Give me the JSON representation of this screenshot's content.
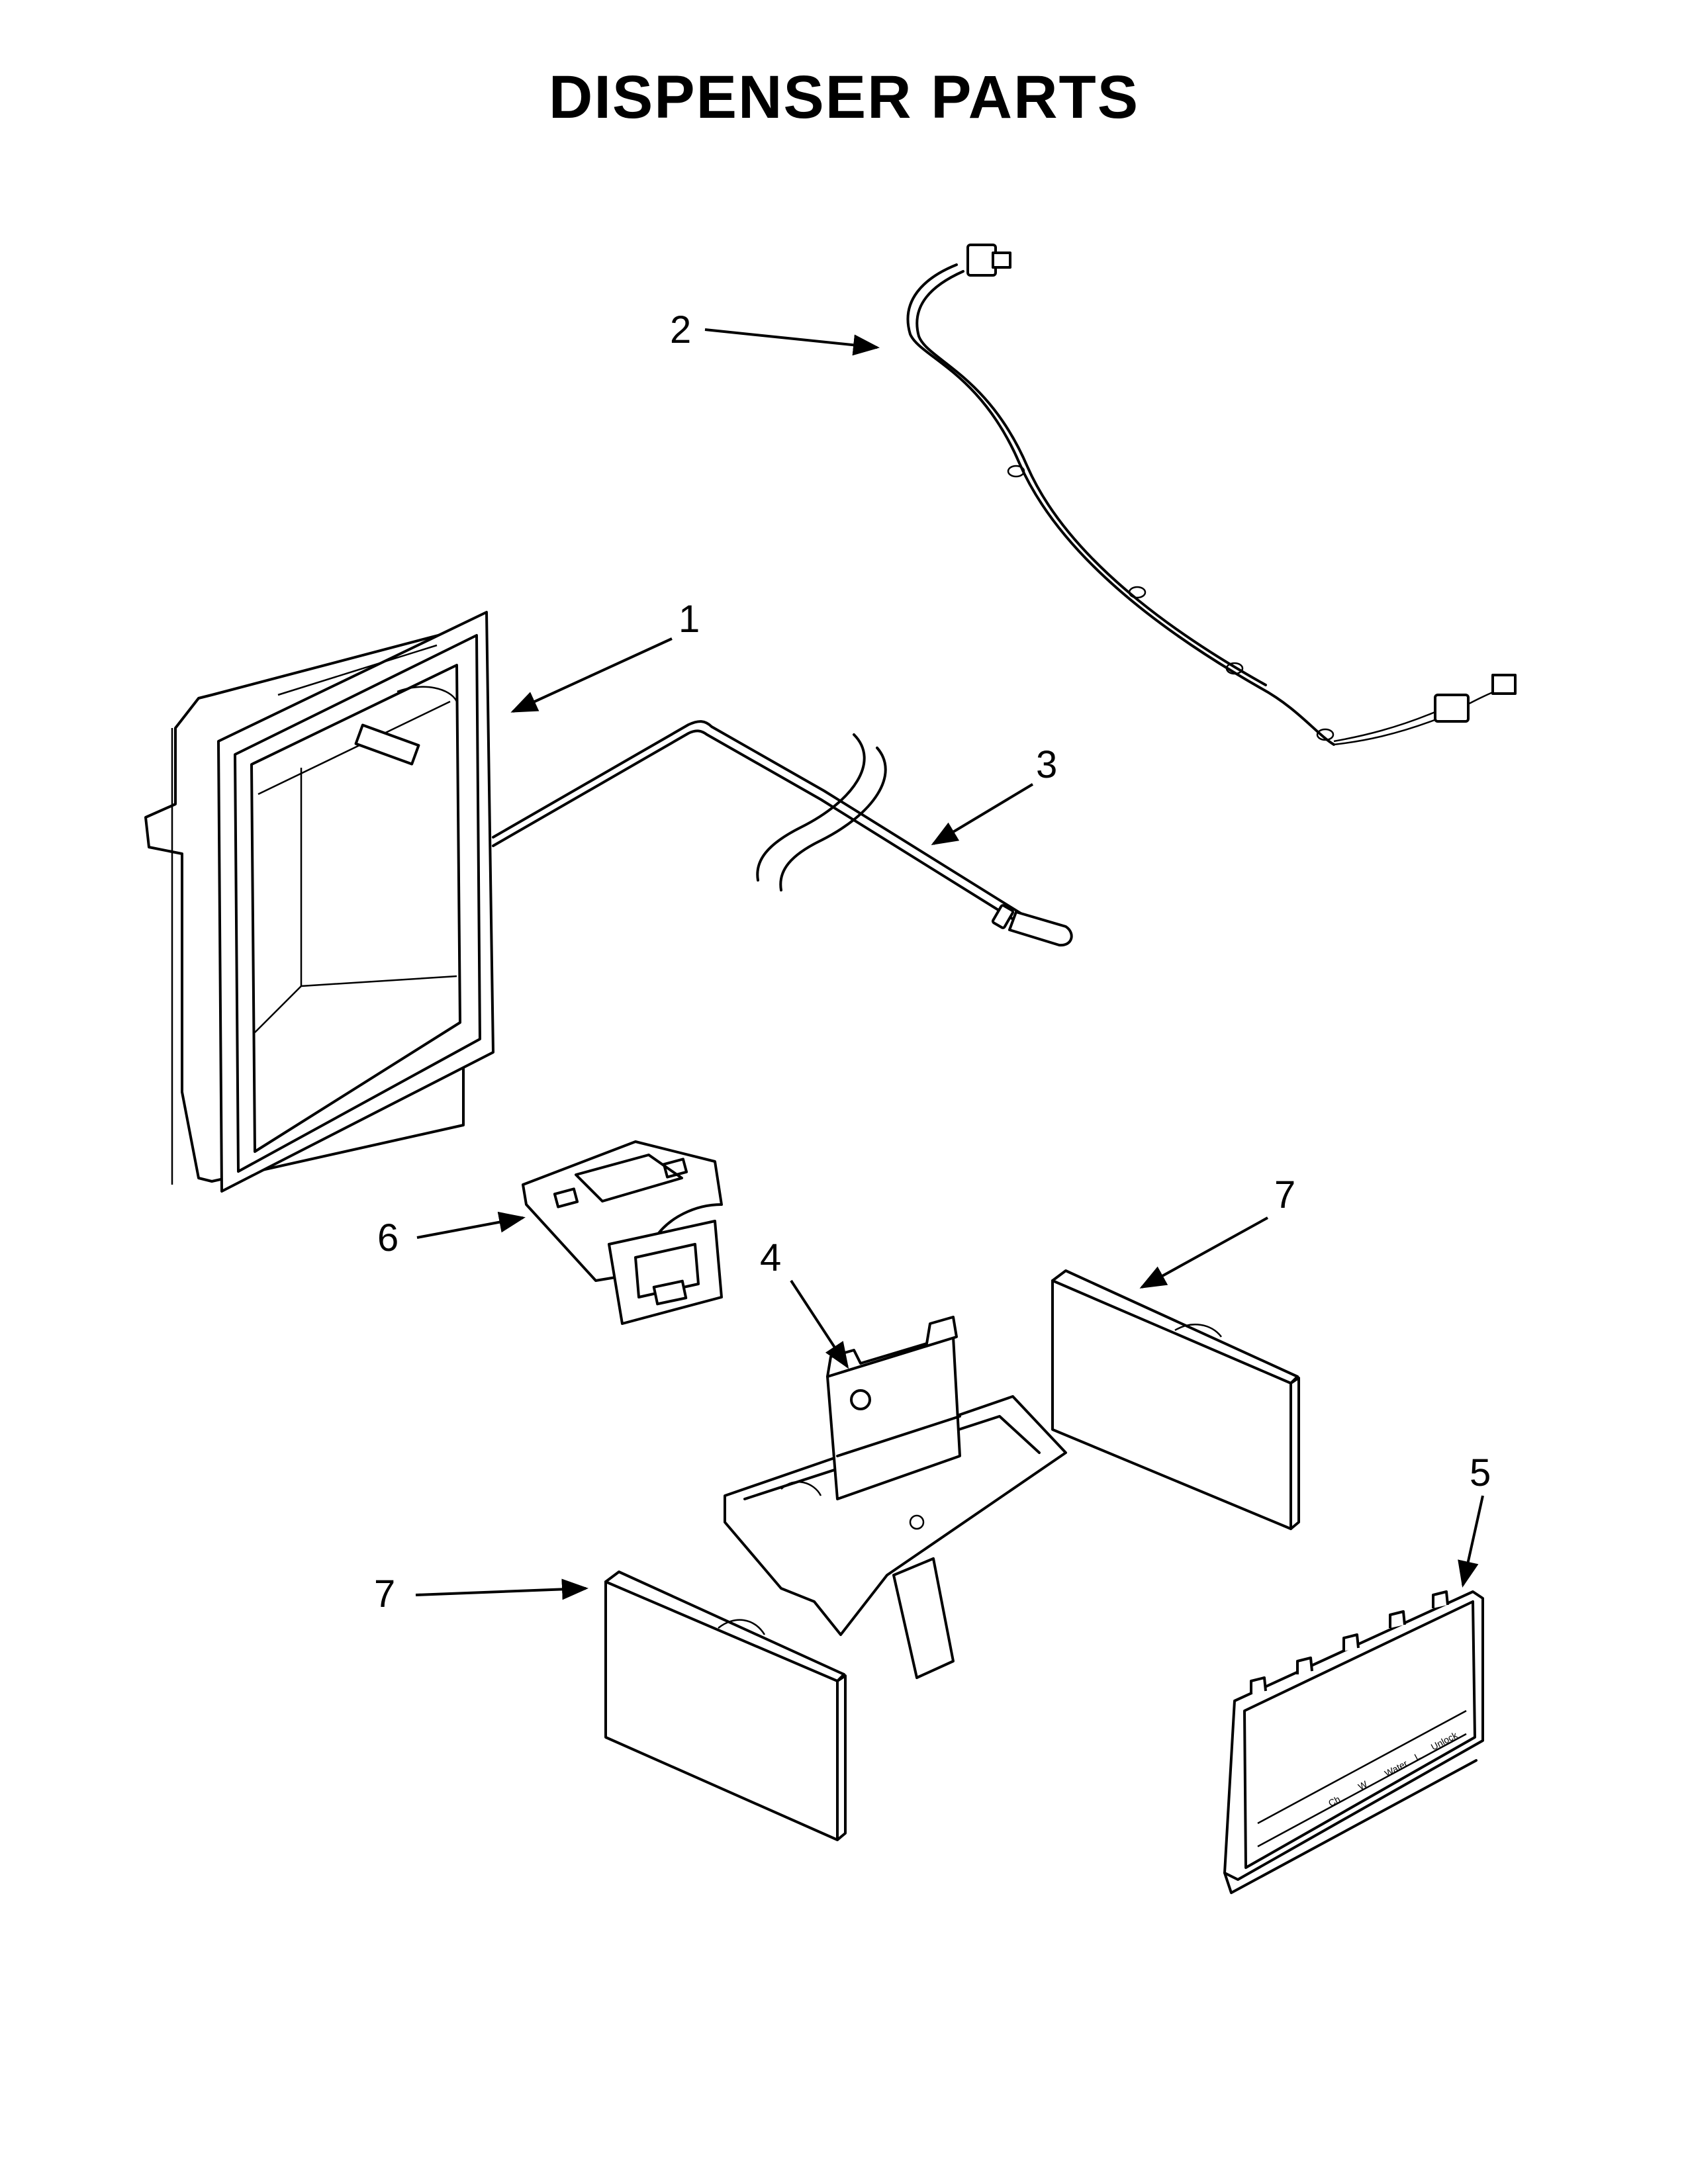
{
  "title": "DISPENSER PARTS",
  "callouts": [
    {
      "label": "1"
    },
    {
      "label": "2"
    },
    {
      "label": "3"
    },
    {
      "label": "4"
    },
    {
      "label": "5"
    },
    {
      "label": "6"
    },
    {
      "label": "7"
    },
    {
      "label": "7"
    }
  ],
  "control_panel": {
    "labels": [
      "Ch",
      "W",
      "Water",
      "L",
      "Unlock"
    ]
  },
  "colors": {
    "line": "#000000",
    "background": "#ffffff"
  }
}
